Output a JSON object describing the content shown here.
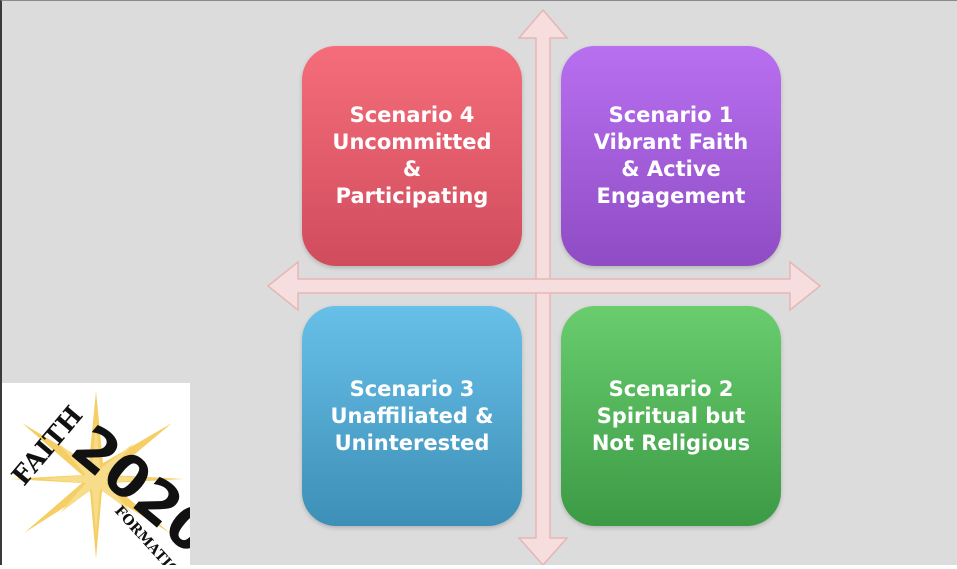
{
  "quadrants": {
    "top_left": {
      "lines": [
        "Scenario 4",
        "Uncommitted",
        "&",
        "Participating"
      ],
      "color": "#e85d6d"
    },
    "top_right": {
      "lines": [
        "Scenario 1",
        "Vibrant Faith",
        "& Active",
        "Engagement"
      ],
      "color": "#a35cd8"
    },
    "bottom_left": {
      "lines": [
        "Scenario 3",
        "Unaffiliated &",
        "Uninterested"
      ],
      "color": "#4ea8d1"
    },
    "bottom_right": {
      "lines": [
        "Scenario 2",
        "Spiritual but",
        "Not Religious"
      ],
      "color": "#52b55a"
    }
  },
  "logo": {
    "word_top": "FAITH",
    "number": "2020",
    "word_bottom": "FORMATION"
  },
  "colors": {
    "background": "#dcdcdc",
    "arrow_fill": "#f6dede",
    "arrow_stroke": "#e7b5b5"
  }
}
